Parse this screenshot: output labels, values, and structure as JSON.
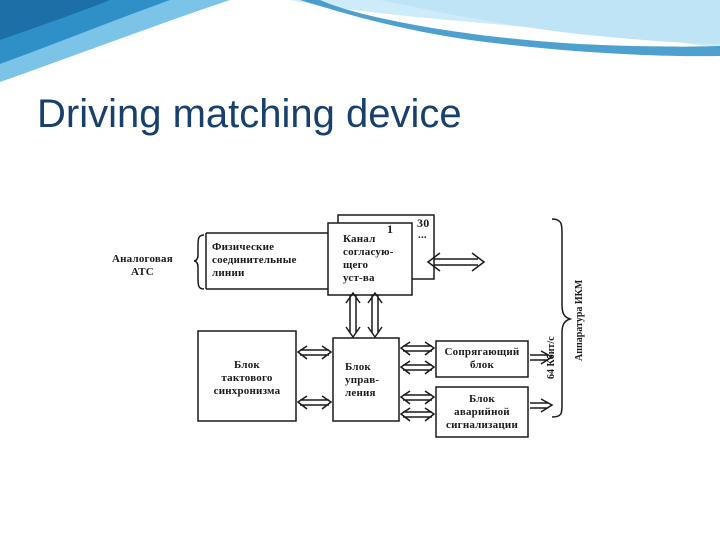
{
  "slide": {
    "title": "Driving matching device"
  },
  "colors": {
    "title": "#17406d",
    "wave_dark": "#2f8fc7",
    "wave_light": "#b9e1f5",
    "diagram_ink": "#1a1a1a"
  },
  "diagram": {
    "analog_ats": "Аналоговая\nАТС",
    "physical_lines": "Физические\nсоединительные\nлинии",
    "channel_device": "Канал\nсогласую-\nщего\nуст-ва",
    "channel_first": "1",
    "channel_last": "30",
    "channel_dots": "...",
    "sync_block": "Блок\nтактового\nсинхронизма",
    "control_block": "Блок\nуправ-\nления",
    "interface_block": "Сопрягающий\nблок",
    "alarm_block": "Блок\nаварийной\nсигнализации",
    "pcm_equipment": "Аппаратура ИКМ",
    "rate": "64 Кбит/с"
  }
}
